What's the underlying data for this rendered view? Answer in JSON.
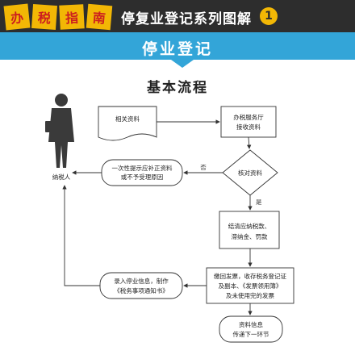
{
  "header": {
    "badges": [
      "办",
      "税",
      "指",
      "南"
    ],
    "series_title": "停复业登记系列图解",
    "series_number": "1",
    "section_title": "停业登记",
    "subtitle": "基本流程"
  },
  "actor": {
    "label": "纳税人",
    "icon": "person-with-briefcase-icon"
  },
  "nodes": {
    "documents": "相关资料",
    "service_hall": [
      "办税服务厅",
      "接收资料"
    ],
    "verify": "核对资料",
    "reject": [
      "一次性提示应补正资料",
      "或不予受理原因"
    ],
    "settle": [
      "结清应纳税款、",
      "滞纳金、罚款"
    ],
    "collect": [
      "缴回发票，收存税务登记证",
      "及副本、《发票领用簿》",
      "及未使用完的发票"
    ],
    "record": [
      "录入停业信息，制作",
      "《税务事项通知书》"
    ],
    "transfer": [
      "资料信息",
      "传递下一环节"
    ]
  },
  "edge_labels": {
    "no": "否",
    "yes": "是"
  },
  "colors": {
    "header_bg": "#2d2d2d",
    "banner": "#33a5d8",
    "badge": "#f2b705",
    "badge_text": "#cc1f1f"
  }
}
